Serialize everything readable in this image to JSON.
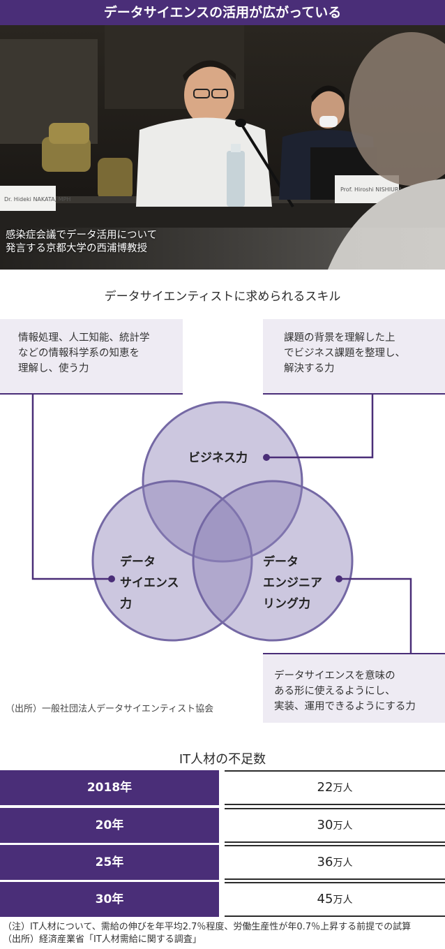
{
  "header": {
    "title": "データサイエンスの活用が広がっている"
  },
  "photo": {
    "caption_line1": "感染症会議でデータ活用について",
    "caption_line2": "発言する京都大学の西浦博教授"
  },
  "diagram": {
    "title": "データサイエンティストに求められるスキル",
    "box_left": [
      "情報処理、人工知能、統計学",
      "などの情報科学系の知恵を",
      "理解し、使う力"
    ],
    "box_right": [
      "課題の背景を理解した上",
      "でビジネス課題を整理し、",
      "解決する力"
    ],
    "box_bottom": [
      "データサイエンスを意味の",
      "ある形に使えるようにし、",
      "実装、運用できるようにする力"
    ],
    "circle_business": "ビジネス力",
    "circle_science": [
      "データ",
      "サイエンス",
      "力"
    ],
    "circle_engineering": [
      "データ",
      "エンジニア",
      "リング力"
    ],
    "source": "（出所）一般社団法人データサイエンティスト協会",
    "colors": {
      "circle_fill": "#8f83b8",
      "accent": "#4a2e78",
      "box_bg": "#eeebf3"
    }
  },
  "table": {
    "title": "IT人材の不足数",
    "unit": "万人",
    "rows": [
      {
        "year": "2018年",
        "value": "22"
      },
      {
        "year": "20年",
        "value": "30"
      },
      {
        "year": "25年",
        "value": "36"
      },
      {
        "year": "30年",
        "value": "45"
      }
    ]
  },
  "notes": {
    "note": "（注）IT人材について、需給の伸びを年平均2.7％程度、労働生産性が年0.7％上昇する前提での試算",
    "source": "（出所）経済産業省「IT人材需給に関する調査」"
  }
}
